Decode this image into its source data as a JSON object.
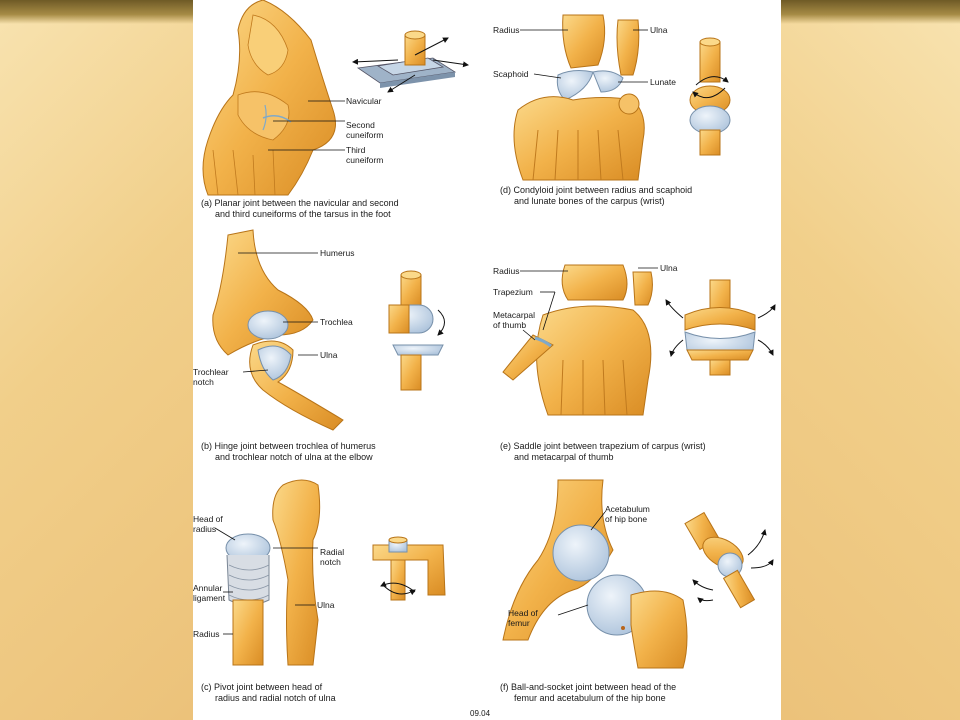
{
  "labels": {
    "a": {
      "navicular": "Navicular",
      "second_cuneiform_1": "Second",
      "second_cuneiform_2": "cuneiform",
      "third_cuneiform_1": "Third",
      "third_cuneiform_2": "cuneiform"
    },
    "b": {
      "humerus": "Humerus",
      "trochlea": "Trochlea",
      "ulna": "Ulna",
      "trochlear_notch_1": "Trochlear",
      "trochlear_notch_2": "notch"
    },
    "c": {
      "head_of_radius_1": "Head of",
      "head_of_radius_2": "radius",
      "radial_notch_1": "Radial",
      "radial_notch_2": "notch",
      "annular_ligament_1": "Annular",
      "annular_ligament_2": "ligament",
      "ulna": "Ulna",
      "radius": "Radius"
    },
    "d": {
      "radius": "Radius",
      "ulna": "Ulna",
      "scaphoid": "Scaphoid",
      "lunate": "Lunate"
    },
    "e": {
      "radius": "Radius",
      "ulna": "Ulna",
      "trapezium": "Trapezium",
      "metacarpal_1": "Metacarpal",
      "metacarpal_2": "of thumb"
    },
    "f": {
      "acetabulum_1": "Acetabulum",
      "acetabulum_2": "of hip bone",
      "head_of_femur_1": "Head of",
      "head_of_femur_2": "femur"
    }
  },
  "captions": {
    "a": [
      "(a) Planar joint between the navicular and second",
      "and third cuneiforms of the tarsus in the foot"
    ],
    "b": [
      "(b) Hinge joint between trochlea of humerus",
      "and trochlear notch of ulna at the elbow"
    ],
    "c": [
      "(c) Pivot joint between head of",
      "radius and radial notch of ulna"
    ],
    "d": [
      "(d) Condyloid joint between radius and scaphoid",
      "and lunate bones of the carpus (wrist)"
    ],
    "e": [
      "(e) Saddle joint between trapezium of carpus (wrist)",
      "and metacarpal of thumb"
    ],
    "f": [
      "(f) Ball-and-socket joint between head of the",
      "femur and acetabulum of the hip bone"
    ]
  },
  "footer": {
    "code": "09.04"
  },
  "colors": {
    "bone": "#f2b24a",
    "bone_light": "#f9d27c",
    "bone_dark": "#d78a22",
    "cartilage": "#c9d9ea",
    "background": "#f3d79c"
  }
}
